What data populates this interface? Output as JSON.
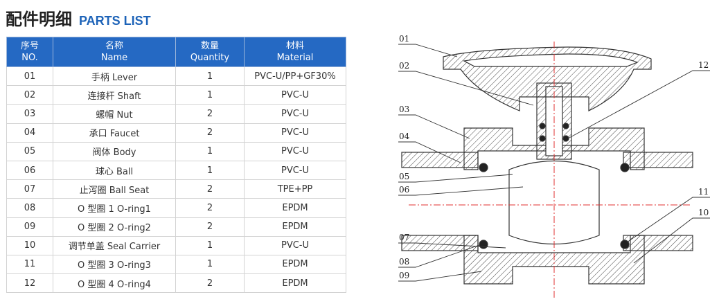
{
  "title": {
    "cn": "配件明细",
    "en": "PARTS LIST"
  },
  "table": {
    "headers": [
      {
        "cn": "序号",
        "en": "NO."
      },
      {
        "cn": "名称",
        "en": "Name"
      },
      {
        "cn": "数量",
        "en": "Quantity"
      },
      {
        "cn": "材料",
        "en": "Material"
      }
    ],
    "rows": [
      {
        "no": "01",
        "name": "手柄 Lever",
        "qty": "1",
        "material": "PVC-U/PP+GF30%"
      },
      {
        "no": "02",
        "name": "连接杆 Shaft",
        "qty": "1",
        "material": "PVC-U"
      },
      {
        "no": "03",
        "name": "螺帽 Nut",
        "qty": "2",
        "material": "PVC-U"
      },
      {
        "no": "04",
        "name": "承口 Faucet",
        "qty": "2",
        "material": "PVC-U"
      },
      {
        "no": "05",
        "name": "阀体 Body",
        "qty": "1",
        "material": "PVC-U"
      },
      {
        "no": "06",
        "name": "球心 Ball",
        "qty": "1",
        "material": "PVC-U"
      },
      {
        "no": "07",
        "name": "止泻圈 Ball Seat",
        "qty": "2",
        "material": "TPE+PP"
      },
      {
        "no": "08",
        "name": "O 型圈 1 O-ring1",
        "qty": "2",
        "material": "EPDM"
      },
      {
        "no": "09",
        "name": "O 型圈 2 O-ring2",
        "qty": "2",
        "material": "EPDM"
      },
      {
        "no": "10",
        "name": "调节单盖 Seal Carrier",
        "qty": "1",
        "material": "PVC-U"
      },
      {
        "no": "11",
        "name": "O 型圈 3 O-ring3",
        "qty": "1",
        "material": "EPDM"
      },
      {
        "no": "12",
        "name": "O 型圈 4 O-ring4",
        "qty": "2",
        "material": "EPDM"
      }
    ]
  },
  "drawing": {
    "callouts_left": [
      "01",
      "02",
      "03",
      "04",
      "05",
      "06",
      "07",
      "08",
      "09"
    ],
    "callouts_right": [
      "12",
      "11",
      "10"
    ]
  },
  "colors": {
    "header_bg": "#2569c3",
    "title_en": "#1d63b8",
    "centerline": "#e03030"
  }
}
